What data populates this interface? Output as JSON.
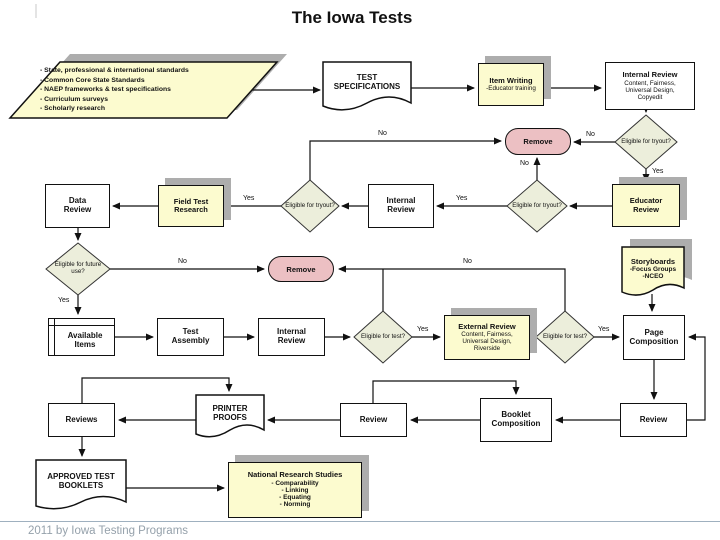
{
  "title": "The Iowa Tests",
  "footer": {
    "copyright": "2011 by Iowa Testing Programs"
  },
  "edge_labels": {
    "yes": "Yes",
    "no": "No"
  },
  "nodes": {
    "standards": {
      "lines": [
        "- State, professional & international standards",
        "- Common Core State Standards",
        "- NAEP frameworks & test specifications",
        "- Curriculum surveys",
        "- Scholarly research"
      ]
    },
    "test_specifications": {
      "label": "TEST SPECIFICATIONS"
    },
    "item_writing": {
      "label": "Item Writing",
      "sub": "-Educator training"
    },
    "internal_review_top": {
      "label": "Internal Review",
      "subs": [
        "Content, Fairness,",
        "Universal Design,",
        "Copyedit"
      ]
    },
    "eligible_tryout": {
      "label": "Eligible for tryout?"
    },
    "remove": {
      "label": "Remove"
    },
    "educator_review": {
      "label": "Educator Review"
    },
    "internal_review_mid": {
      "label": "Internal Review"
    },
    "field_test_research": {
      "label": "Field Test Research"
    },
    "data_review": {
      "label": "Data Review"
    },
    "eligible_future": {
      "label": "Eligible for future use?"
    },
    "storyboards": {
      "label": "Storyboards",
      "subs": [
        "-Focus Groups",
        "-NCEO"
      ]
    },
    "available_items": {
      "label": "Available Items"
    },
    "test_assembly": {
      "label": "Test Assembly"
    },
    "internal_review_bottom": {
      "label": "Internal Review"
    },
    "eligible_test": {
      "label": "Eligible for test?"
    },
    "external_review": {
      "label": "External Review",
      "subs": [
        "Content, Fairness,",
        "Universal Design,",
        "Riverside"
      ]
    },
    "page_composition": {
      "label": "Page Composition"
    },
    "review": {
      "label": "Review"
    },
    "booklet_composition": {
      "label": "Booklet Composition"
    },
    "printer_proofs": {
      "label": "PRINTER PROOFS"
    },
    "reviews": {
      "label": "Reviews"
    },
    "approved_test_booklets": {
      "label": "APPROVED TEST BOOKLETS"
    },
    "national_research_studies": {
      "label": "National Research Studies",
      "subs": [
        "- Comparability",
        "- Linking",
        "- Equating",
        "- Norming"
      ]
    }
  },
  "colors": {
    "process_fill": "#fcfbcf",
    "decision_fill": "#eceedb",
    "terminator_fill": "#ecc0c3",
    "shadow": "#adadad",
    "line": "#111111"
  }
}
